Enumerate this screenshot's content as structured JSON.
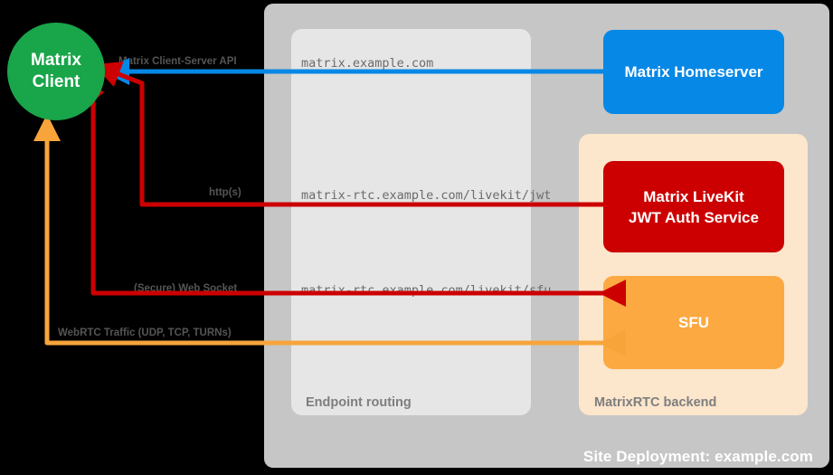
{
  "diagram": {
    "title": "Site Deployment: example.com"
  },
  "containers": {
    "site": {
      "label": "Site Deployment: example.com",
      "color": "#c6c6c6"
    },
    "routing": {
      "label": "Endpoint routing",
      "color": "#e6e6e6"
    },
    "rtc_backend": {
      "label": "MatrixRTC backend",
      "color": "#fce6cc"
    }
  },
  "nodes": {
    "client": {
      "label_line1": "Matrix",
      "label_line2": "Client",
      "color": "#19a54a"
    },
    "homeserver": {
      "label": "Matrix Homeserver",
      "color": "#0688e6"
    },
    "jwt_service": {
      "label_line1": "Matrix LiveKit",
      "label_line2": "JWT Auth Service",
      "color": "#cc0000"
    },
    "sfu": {
      "label": "SFU",
      "color": "#fca942"
    }
  },
  "flows": [
    {
      "protocol": "Matrix Client-Server API",
      "endpoint": "matrix.example.com",
      "color": "#0688e6",
      "direction": "to-client"
    },
    {
      "protocol": "http(s)",
      "endpoint": "matrix-rtc.example.com/livekit/jwt",
      "color": "#cc0000",
      "direction": "bidirectional"
    },
    {
      "protocol": "(Secure) Web Socket",
      "endpoint": "matrix-rtc.example.com/livekit/sfu",
      "color": "#cc0000",
      "direction": "bidirectional"
    },
    {
      "protocol": "WebRTC Traffic (UDP, TCP, TURNs)",
      "endpoint": "",
      "color": "#f7a53b",
      "direction": "bidirectional"
    }
  ]
}
